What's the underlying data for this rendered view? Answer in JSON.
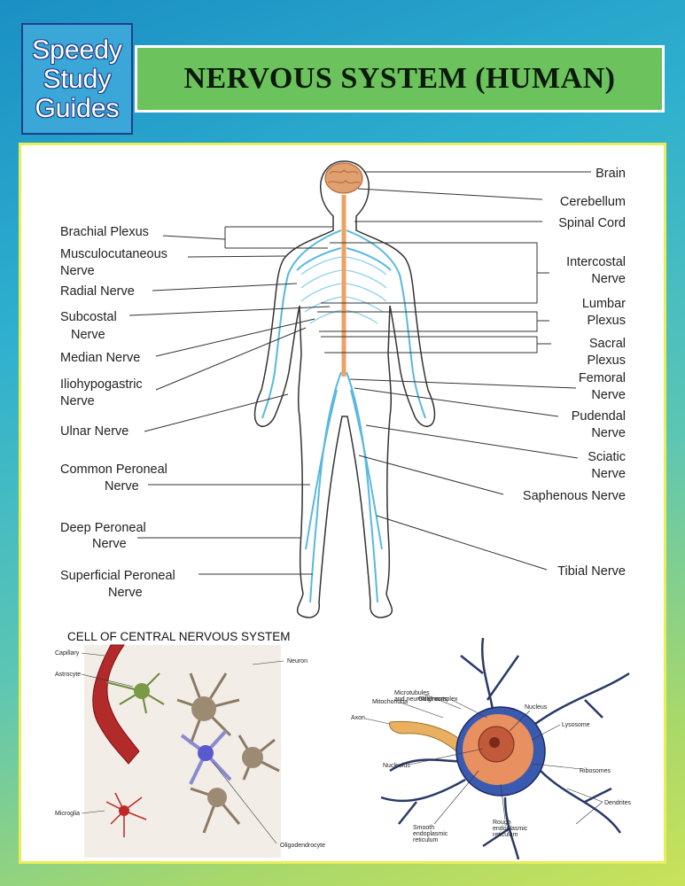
{
  "logo": {
    "line1": "Speedy",
    "line2": "Study",
    "line3": "Guides"
  },
  "title": "NERVOUS SYSTEM (HUMAN)",
  "body_labels": {
    "left": [
      {
        "lines": [
          "Brachial Plexus"
        ]
      },
      {
        "lines": [
          "Musculocutaneous",
          "Nerve"
        ]
      },
      {
        "lines": [
          "Radial Nerve"
        ]
      },
      {
        "lines": [
          "Subcostal",
          "Nerve"
        ]
      },
      {
        "lines": [
          "Median Nerve"
        ]
      },
      {
        "lines": [
          "Iliohypogastric",
          "Nerve"
        ]
      },
      {
        "lines": [
          "Ulnar Nerve"
        ]
      },
      {
        "lines": [
          "Common Peroneal",
          "Nerve"
        ]
      },
      {
        "lines": [
          "Deep Peroneal",
          "Nerve"
        ]
      },
      {
        "lines": [
          "Superficial Peroneal",
          "Nerve"
        ]
      }
    ],
    "right": [
      {
        "lines": [
          "Brain"
        ]
      },
      {
        "lines": [
          "Cerebellum"
        ]
      },
      {
        "lines": [
          "Spinal Cord"
        ]
      },
      {
        "lines": [
          "Intercostal",
          "Nerve"
        ]
      },
      {
        "lines": [
          "Lumbar",
          "Plexus"
        ]
      },
      {
        "lines": [
          "Sacral",
          "Plexus"
        ]
      },
      {
        "lines": [
          "Femoral",
          "Nerve"
        ]
      },
      {
        "lines": [
          "Pudendal",
          "Nerve"
        ]
      },
      {
        "lines": [
          "Sciatic",
          "Nerve"
        ]
      },
      {
        "lines": [
          "Saphenous Nerve"
        ]
      },
      {
        "lines": [
          "Tibial Nerve"
        ]
      }
    ]
  },
  "cns": {
    "title": "CELL OF CENTRAL NERVOUS SYSTEM",
    "labels": {
      "capillary": "Capillary",
      "astrocyte": "Astrocyte",
      "neuron": "Neuron",
      "microglia": "Microglia",
      "oligodendrocyte": "Oligodendrocyte"
    }
  },
  "neuron": {
    "labels": {
      "golgi": "Golgi complex",
      "microtubules1": "Microtubules",
      "microtubules2": "and neurofilaments",
      "mitochondria": "Mitochondria",
      "axon": "Axon",
      "nucleus": "Nucleus",
      "lysosome": "Lysosome",
      "nucleolus": "Nucleolus",
      "ribosomes": "Ribosomes",
      "dendrites": "Dendrites",
      "smooth1": "Smooth",
      "smooth2": "endoplasmic",
      "smooth3": "reticulum",
      "rough1": "Rough",
      "rough2": "endoplasmic",
      "rough3": "reticulum"
    }
  },
  "colors": {
    "nerve": "#58b8e0",
    "spine": "#f0a060",
    "brain": "#e0a070",
    "title_bar": "#6cc25c",
    "panel_border": "#e7ee58"
  }
}
